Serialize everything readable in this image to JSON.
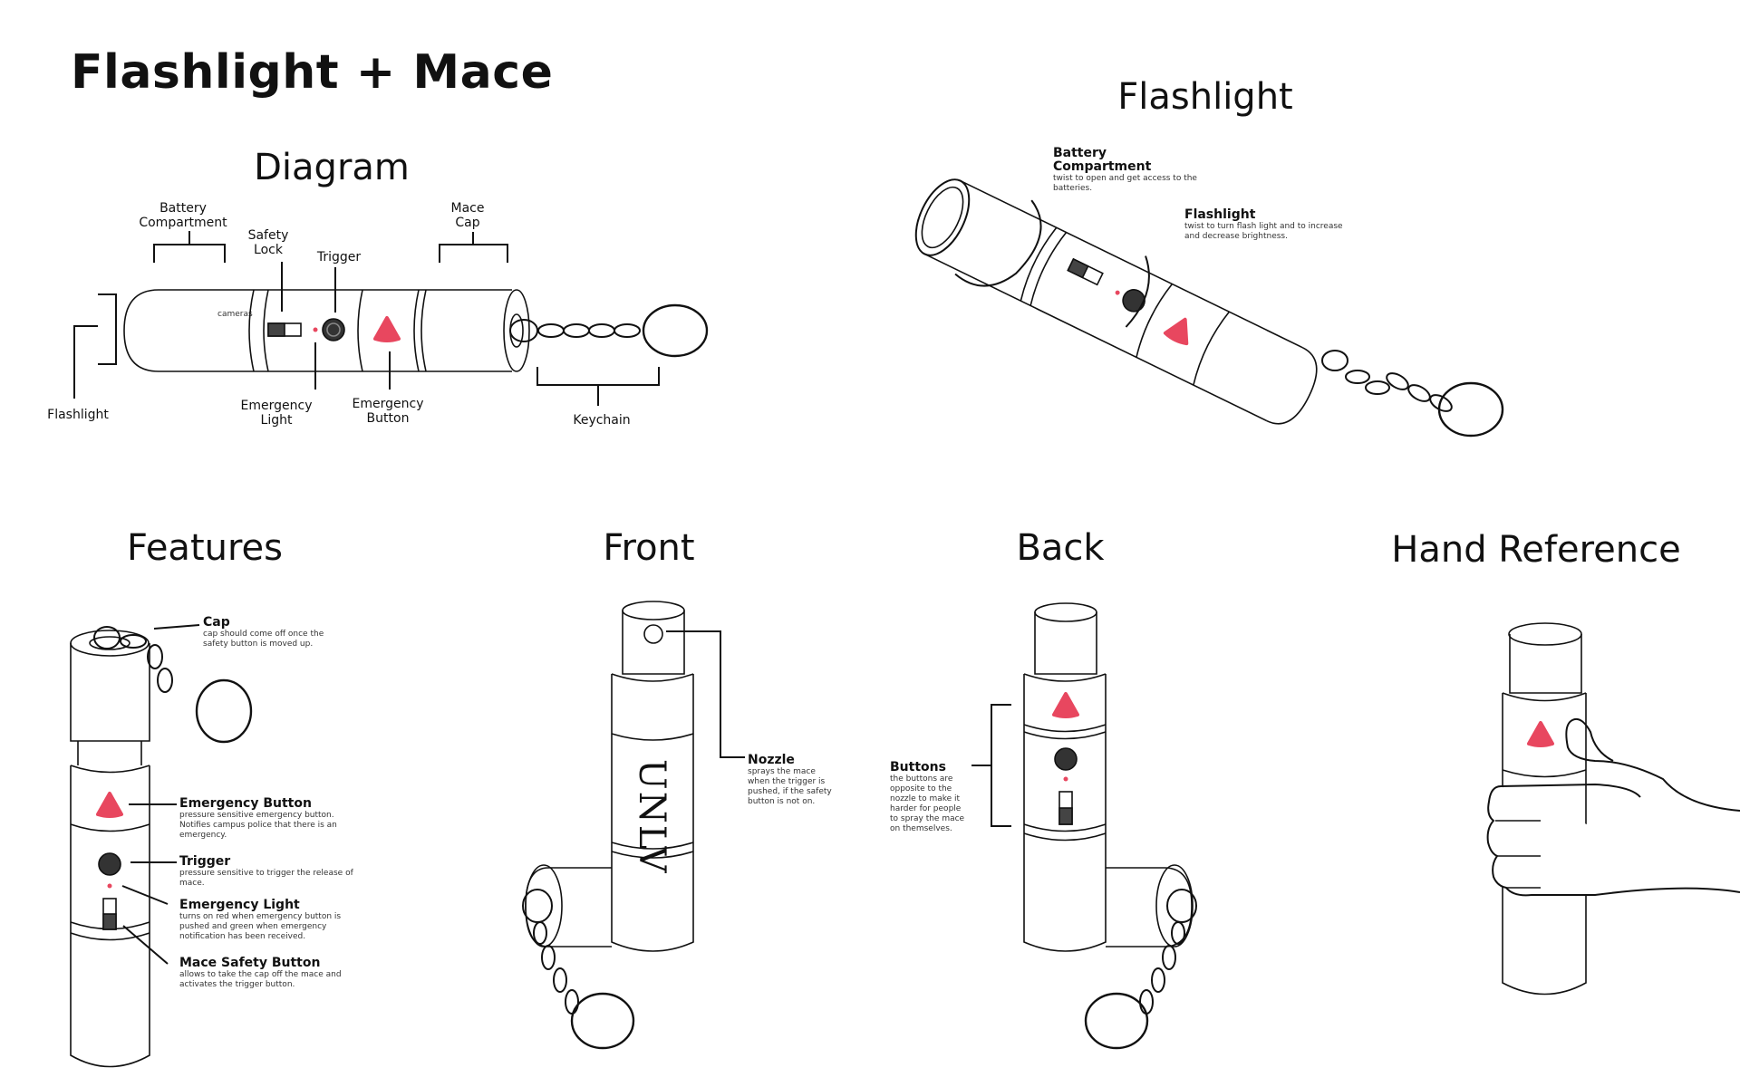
{
  "title": "Flashlight + Mace",
  "sections": {
    "diagram": "Diagram",
    "flashlight": "Flashlight",
    "features": "Features",
    "front": "Front",
    "back": "Back",
    "hand": "Hand Reference"
  },
  "diagram_labels": {
    "battery": "Battery\nCompartment",
    "safety_lock": "Safety\nLock",
    "trigger": "Trigger",
    "mace_cap": "Mace\nCap",
    "flashlight": "Flashlight",
    "emergency_light": "Emergency\nLight",
    "emergency_button": "Emergency\nButton",
    "keychain": "Keychain",
    "body_text": "cameras"
  },
  "flashlight_notes": [
    {
      "title": "Battery Compartment",
      "desc": "twist to open and get access to the batteries."
    },
    {
      "title": "Flashlight",
      "desc": "twist to turn flash light and to increase and decrease brightness."
    }
  ],
  "features": [
    {
      "title": "Cap",
      "desc": "cap should come off once the safety button is moved up."
    },
    {
      "title": "Emergency Button",
      "desc": "pressure sensitive emergency button. Notifies campus police that there is an emergency."
    },
    {
      "title": "Trigger",
      "desc": "pressure sensitive to trigger the release of mace."
    },
    {
      "title": "Emergency Light",
      "desc": "turns on red when emergency button is pushed and green when emergency notification has been received."
    },
    {
      "title": "Mace Safety Button",
      "desc": "allows to take the cap off the mace and activates the trigger button."
    }
  ],
  "front_note": {
    "title": "Nozzle",
    "desc": "sprays the mace when the trigger is pushed, if the safety button is not on."
  },
  "front_brand": "UNLV",
  "back_note": {
    "title": "Buttons",
    "desc": "the buttons are opposite to the nozzle to make it harder for people to spray the mace on themselves."
  },
  "colors": {
    "accent": "#e8475f",
    "line": "#111111"
  }
}
